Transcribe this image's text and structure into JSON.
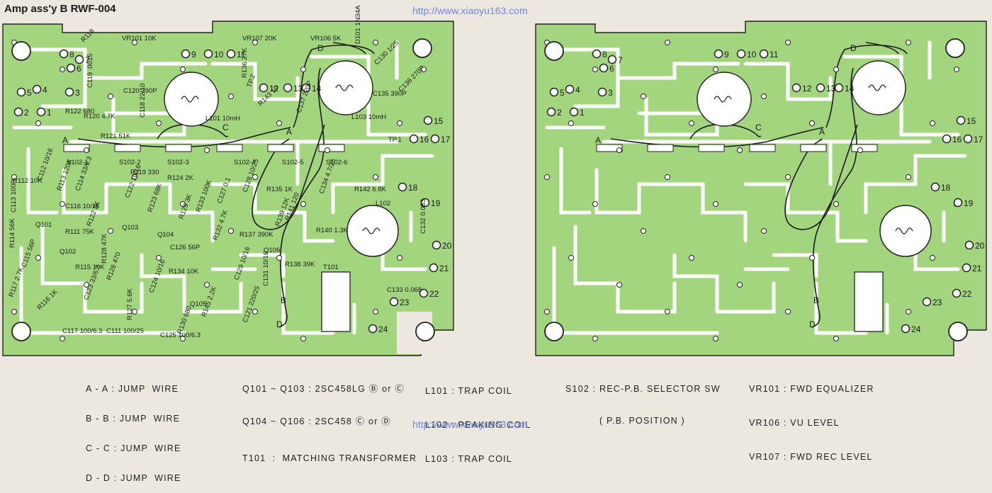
{
  "header": {
    "title": "Amp ass'y B    RWF-004"
  },
  "watermark": {
    "url": "http://www.xiaoyu163.com"
  },
  "colors": {
    "board_green": "#a3d57f",
    "pad_white": "#ffffff",
    "trace_black": "#1b1b1b",
    "paper": "#ede8df"
  },
  "boards": [
    {
      "name": "left",
      "pins": [
        "1",
        "2",
        "3",
        "4",
        "5",
        "6",
        "7",
        "8",
        "9",
        "10",
        "11",
        "12",
        "13",
        "14",
        "15",
        "16",
        "17",
        "18",
        "19",
        "20",
        "21",
        "22",
        "23",
        "24"
      ],
      "components": [
        "VR101 10K",
        "VR107 20K",
        "VR106 5K",
        "D101 1N34A",
        "R118",
        "R122 680",
        "R120 4.7K",
        "R121 51K",
        "C119 .0015",
        "C120 390P",
        "C118 22/10",
        "L101 10mH",
        "R136 27K",
        "TP.2",
        "R143 10",
        "C137 220P",
        "L103 10mH",
        "C130 1/25",
        "C135 390P",
        "C136 270P",
        "TP.1",
        "S102-1",
        "S102-2",
        "S102-3",
        "S102-4",
        "S102-5",
        "S102-6",
        "R112 10K",
        "C112 10/16",
        "R113 120K",
        "C114 33/6.3",
        "R119 330",
        "C116 10/16",
        "C122 10/16",
        "R124 2K",
        "C127 0.1",
        "C128 10/25",
        "R135 1K",
        "C134 4.7/25",
        "R142 6.8K",
        "C113 100P",
        "Q101",
        "R111 75K",
        "R122 3K",
        "Q103",
        "R123 68K",
        "R129 3K",
        "R133 100K",
        "R114 56K",
        "Q102",
        "R115 10K",
        "R128 47K",
        "Q104",
        "C126 56P",
        "R132 4.7K",
        "R137 390K",
        "R139 12K",
        "R141 120",
        "R140 1.3K",
        "C132 0.033",
        "L102",
        "R117 2.7K",
        "R116 1K",
        "C123 33/6.3",
        "R126 470",
        "C124 10/16",
        "R134 10K",
        "Q105",
        "C129 10/16",
        "Q106",
        "R138 39K",
        "T101",
        "C131 10/16",
        "C133 0.068",
        "C117 100/6.3",
        "C111 100/25",
        "R127 5.6K",
        "C125 100/6.3",
        "R130 680",
        "R145 2.2K",
        "C121 220/25",
        "C115 56P"
      ]
    },
    {
      "name": "right",
      "pins": [
        "1",
        "2",
        "3",
        "4",
        "5",
        "6",
        "7",
        "8",
        "9",
        "10",
        "11",
        "12",
        "13",
        "14",
        "15",
        "16",
        "17",
        "18",
        "19",
        "20",
        "21",
        "22",
        "23",
        "24"
      ]
    }
  ],
  "jumps": [
    {
      "id": "A",
      "text": "A - A : JUMP  WIRE"
    },
    {
      "id": "B",
      "text": "B - B : JUMP  WIRE"
    },
    {
      "id": "C",
      "text": "C - C : JUMP  WIRE"
    },
    {
      "id": "D",
      "text": "D - D : JUMP  WIRE"
    }
  ],
  "legend": {
    "transistors": [
      "Q101 ~ Q103 : 2SC458LG Ⓑ or Ⓒ",
      "Q104 ~ Q106 : 2SC458 Ⓒ or Ⓓ"
    ],
    "transformer": "T101  :  MATCHING TRANSFORMER",
    "coils": [
      "L101 : TRAP COIL",
      "L102 : PEAKING COIL",
      "L103 : TRAP COIL"
    ],
    "selector": [
      "S102 : REC-P.B. SELECTOR SW",
      "( P.B. POSITION )"
    ],
    "variable_resistors": [
      "VR101 : FWD EQUALIZER",
      "VR106 : VU LEVEL",
      "VR107 : FWD REC LEVEL"
    ]
  }
}
